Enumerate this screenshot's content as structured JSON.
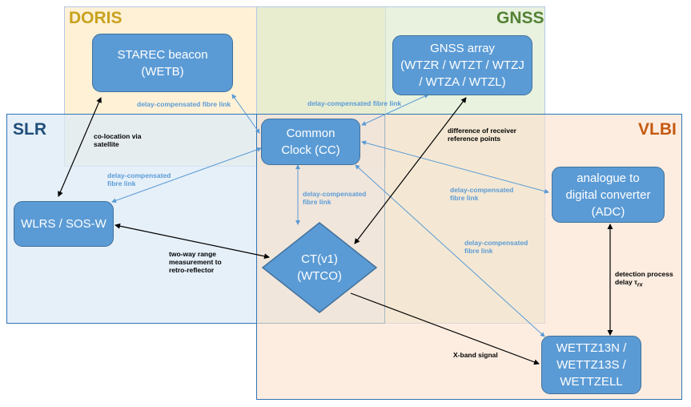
{
  "regions": {
    "doris": {
      "title": "DORIS",
      "fill": "#fdf0d5",
      "border": "#b4c7e7",
      "title_color": "#c9a21e"
    },
    "gnss": {
      "title": "GNSS",
      "fill": "#e2efda",
      "border": "#b4c7e7",
      "title_color": "#548235"
    },
    "slr": {
      "title": "SLR",
      "fill": "#deebf7",
      "border": "#2e75b6",
      "title_color": "#1f4e79"
    },
    "vlbi": {
      "title": "VLBI",
      "fill": "#fbe5d6",
      "border": "#2e75b6",
      "title_color": "#c55a11"
    }
  },
  "nodes": {
    "starec": {
      "lines": [
        "STAREC beacon",
        "(WETB)"
      ]
    },
    "gnss_array": {
      "lines": [
        "GNSS array",
        "(WTZR / WTZT / WTZJ",
        "/ WTZA / WTZL)"
      ]
    },
    "common_clock": {
      "lines": [
        "Common",
        "Clock (CC)"
      ]
    },
    "wlrs": {
      "lines": [
        "WLRS / SOS-W"
      ]
    },
    "ct": {
      "lines": [
        "CT(v1)",
        "(WTCO)"
      ]
    },
    "adc": {
      "lines": [
        "analogue to",
        "digital converter",
        "(ADC)"
      ]
    },
    "wettz": {
      "lines": [
        "WETTZ13N /",
        "WETTZ13S /",
        "WETTZELL"
      ]
    }
  },
  "labels": {
    "fibre_starec": [
      "delay-compensated fibre link"
    ],
    "fibre_gnss": [
      "delay-compensated fibre link"
    ],
    "colocation": [
      "co-location via",
      "satellite"
    ],
    "fibre_wlrs": [
      "delay-compensated",
      "fibre link"
    ],
    "diff_receiver": [
      "difference of receiver",
      "reference points"
    ],
    "fibre_ct": [
      "delay-compensated",
      "fibre link"
    ],
    "fibre_adc": [
      "delay-compensated",
      "fibre link"
    ],
    "fibre_wettz": [
      "delay-compensated",
      "fibre link"
    ],
    "two_way": [
      "two-way range",
      "measurement to",
      "retro-reflector"
    ],
    "detection": [
      "detection process",
      "delay τ",
      "rx"
    ],
    "xband": [
      "X-band signal"
    ]
  },
  "colors": {
    "link_blue": "#5b9bd5",
    "link_black": "#000000",
    "node_fill": "#5b9bd5"
  }
}
